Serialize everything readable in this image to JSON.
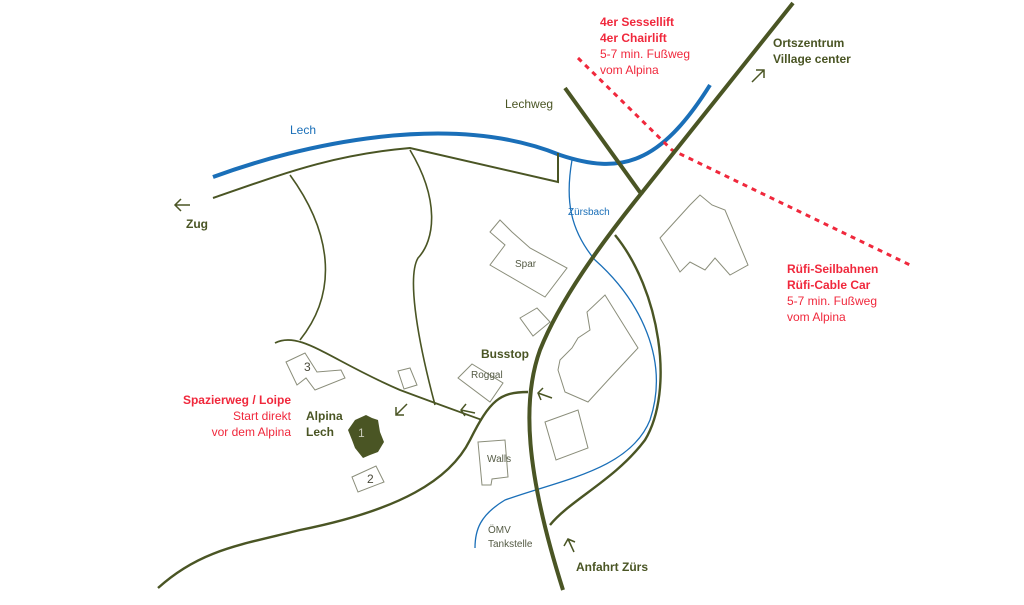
{
  "colors": {
    "road": "#4a5524",
    "river": "#1a6fb8",
    "lift": "#f0283c",
    "building": "#8a8d7a"
  },
  "labels": {
    "chairlift": {
      "line1": "4er Sessellift",
      "line2": "4er Chairlift",
      "line3": "5-7 min. Fußweg",
      "line4": "vom Alpina"
    },
    "village": {
      "line1": "Ortszentrum",
      "line2": "Village center"
    },
    "lechweg": "Lechweg",
    "lech": "Lech",
    "zug": "Zug",
    "zuersbach": "Zürsbach",
    "spar": "Spar",
    "ruefi": {
      "line1": "Rüfi-Seilbahnen",
      "line2": "Rüfi-Cable Car",
      "line3": "5-7 min. Fußweg",
      "line4": "vom Alpina"
    },
    "busstop": "Busstop",
    "roggal": "Roggal",
    "walk": {
      "line1": "Spazierweg / Loipe",
      "line2": "Start direkt",
      "line3": "vor dem Alpina"
    },
    "alpina": {
      "line1": "Alpina",
      "line2": "Lech"
    },
    "walls": "Walls",
    "omv": {
      "line1": "ÖMV",
      "line2": "Tankstelle"
    },
    "zuers": "Anfahrt Zürs",
    "buildings": {
      "b1": "1",
      "b2": "2",
      "b3": "3"
    }
  }
}
